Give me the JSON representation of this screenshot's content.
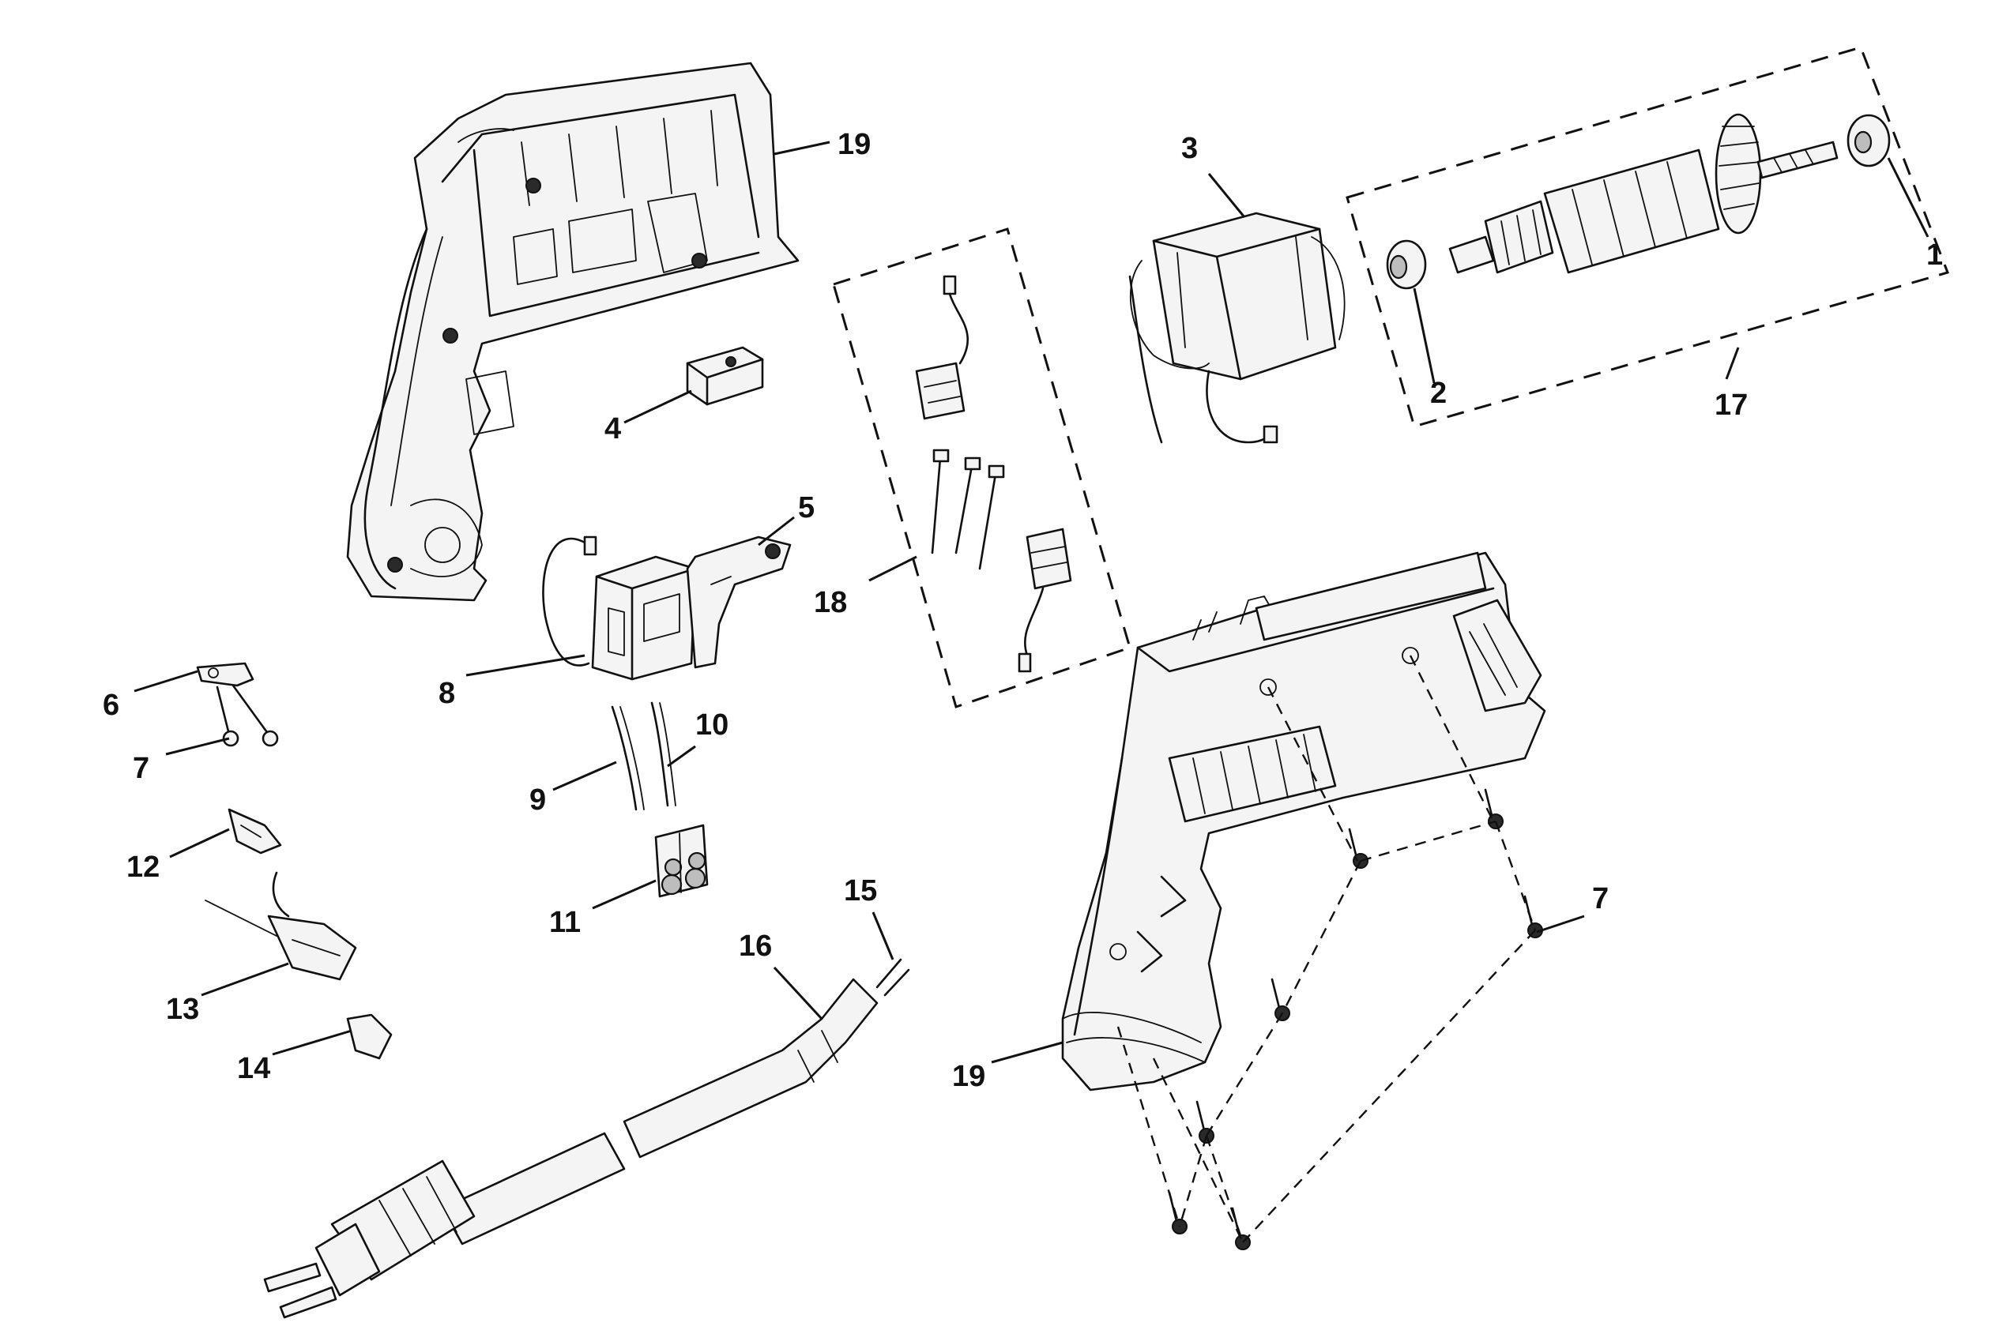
{
  "callouts": [
    {
      "id": "c1",
      "text": "1"
    },
    {
      "id": "c2",
      "text": "2"
    },
    {
      "id": "c3",
      "text": "3"
    },
    {
      "id": "c4",
      "text": "4"
    },
    {
      "id": "c5",
      "text": "5"
    },
    {
      "id": "c6",
      "text": "6"
    },
    {
      "id": "c7a",
      "text": "7"
    },
    {
      "id": "c7b",
      "text": "7"
    },
    {
      "id": "c8",
      "text": "8"
    },
    {
      "id": "c9",
      "text": "9"
    },
    {
      "id": "c10",
      "text": "10"
    },
    {
      "id": "c11",
      "text": "11"
    },
    {
      "id": "c12",
      "text": "12"
    },
    {
      "id": "c13",
      "text": "13"
    },
    {
      "id": "c14",
      "text": "14"
    },
    {
      "id": "c15",
      "text": "15"
    },
    {
      "id": "c16",
      "text": "16"
    },
    {
      "id": "c17",
      "text": "17"
    },
    {
      "id": "c18",
      "text": "18"
    },
    {
      "id": "c19a",
      "text": "19"
    },
    {
      "id": "c19b",
      "text": "19"
    }
  ]
}
